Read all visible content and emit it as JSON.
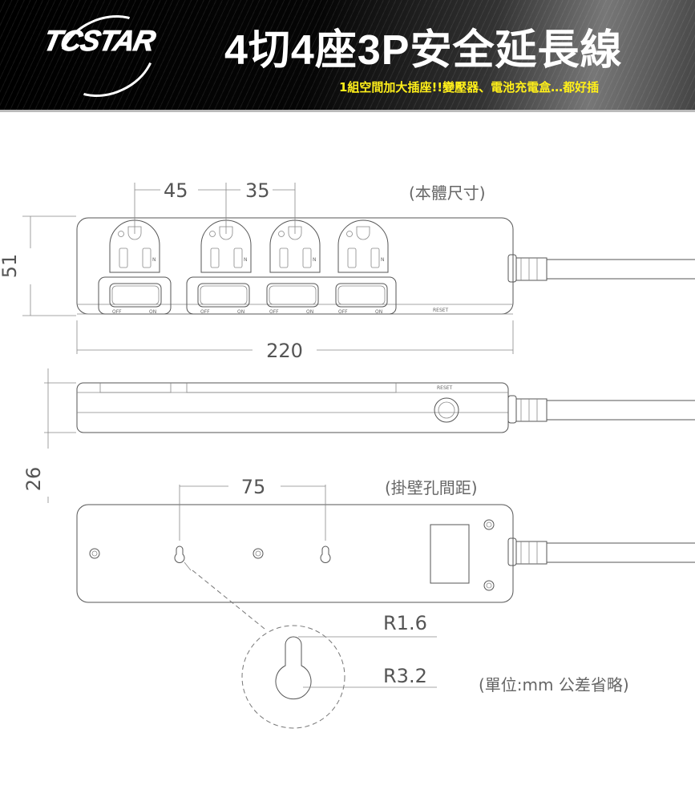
{
  "header": {
    "logo": "TCSTAR",
    "title": "4切4座3P安全延長線",
    "subtitle": "1組空間加大插座!!變壓器、電池充電盒…都好插"
  },
  "colors": {
    "subtitle": "#ffef1a",
    "line": "#555555"
  },
  "top_view": {
    "dim_outlet_gap_1": "45",
    "dim_outlet_gap_2": "35",
    "label": "(本體尺寸)",
    "dim_height": "51",
    "dim_length": "220",
    "outlet_pin_label": "N",
    "switch_off": "OFF",
    "switch_on": "ON",
    "reset": "RESET",
    "outlet_count": 4
  },
  "side_view": {
    "dim_thickness": "26",
    "reset": "RESET"
  },
  "bottom_view": {
    "dim_hole_spacing": "75",
    "label": "(掛壁孔間距)",
    "radius_small": "R1.6",
    "radius_large": "R3.2",
    "units_note": "(單位:mm 公差省略)"
  }
}
